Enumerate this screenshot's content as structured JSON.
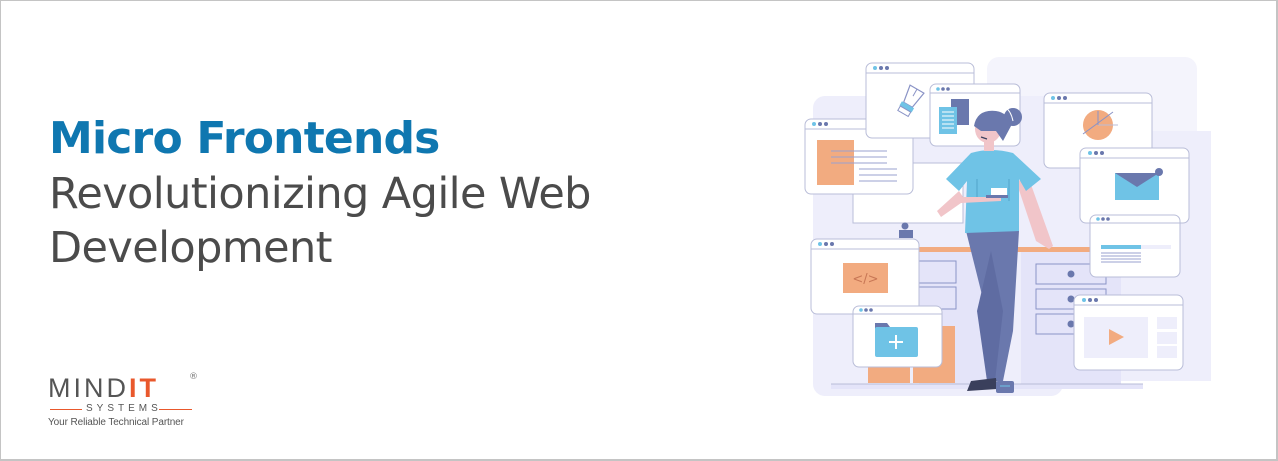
{
  "headline": {
    "title": "Micro Frontends",
    "subtitle_line1": "Revolutionizing Agile Web",
    "subtitle_line2": "Development"
  },
  "logo": {
    "word_mind": "MIND",
    "word_it": "IT",
    "registered": "®",
    "systems": "SYSTEMS",
    "tagline": "Your Reliable Technical Partner"
  },
  "illustration": {
    "description": "Woman standing at a desk surrounded by floating browser windows",
    "windows": [
      {
        "id": "pen-tool",
        "icon": "pen-nib-icon"
      },
      {
        "id": "documents",
        "icon": "documents-icon"
      },
      {
        "id": "layout",
        "icon": "layout-icon"
      },
      {
        "id": "pie-chart",
        "icon": "pie-chart-icon"
      },
      {
        "id": "mail",
        "icon": "envelope-icon"
      },
      {
        "id": "progress",
        "icon": "progress-bar-icon"
      },
      {
        "id": "code",
        "icon": "code-icon",
        "label": "</>"
      },
      {
        "id": "folder-add",
        "icon": "folder-plus-icon"
      },
      {
        "id": "video",
        "icon": "play-icon"
      }
    ]
  },
  "colors": {
    "title_blue": "#0f77b0",
    "subtitle_gray": "#4b4b4b",
    "logo_orange": "#e9582c",
    "logo_gray": "#555555",
    "accent_peach": "#f2ab80",
    "accent_lightblue": "#6fc3e6",
    "accent_indigo": "#6a78ad",
    "panel_lavender": "#eeeefb",
    "frame_border": "#c4c4c4"
  }
}
